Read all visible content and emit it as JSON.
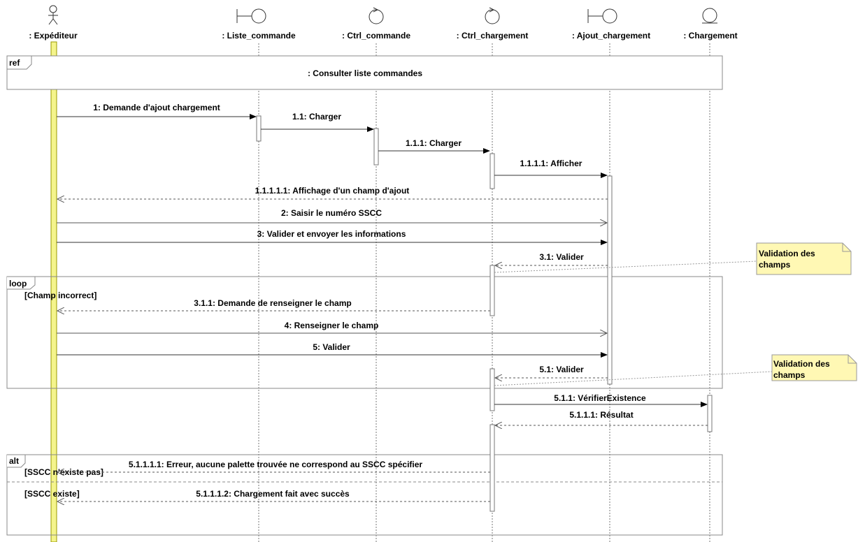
{
  "participants": [
    {
      "id": "expediteur",
      "label": ": Expéditeur",
      "kind": "actor"
    },
    {
      "id": "liste_commande",
      "label": ": Liste_commande",
      "kind": "boundary"
    },
    {
      "id": "ctrl_commande",
      "label": ": Ctrl_commande",
      "kind": "control"
    },
    {
      "id": "ctrl_chargement",
      "label": ": Ctrl_chargement",
      "kind": "control"
    },
    {
      "id": "ajout_chargement",
      "label": ": Ajout_chargement",
      "kind": "boundary"
    },
    {
      "id": "chargement",
      "label": ": Chargement",
      "kind": "entity"
    }
  ],
  "fragments": {
    "ref": {
      "operator": "ref",
      "text": ": Consulter liste commandes"
    },
    "loop": {
      "operator": "loop",
      "guard": "[Champ incorrect]"
    },
    "alt": {
      "operator": "alt",
      "guard1": "[SSCC n'existe pas]",
      "guard2": "[SSCC existe]"
    }
  },
  "messages": [
    {
      "label": "1: Demande d'ajout chargement",
      "from": "expediteur",
      "to": "liste_commande",
      "type": "sync"
    },
    {
      "label": "1.1: Charger",
      "from": "liste_commande",
      "to": "ctrl_commande",
      "type": "sync"
    },
    {
      "label": "1.1.1: Charger",
      "from": "ctrl_commande",
      "to": "ctrl_chargement",
      "type": "sync"
    },
    {
      "label": "1.1.1.1: Afficher",
      "from": "ctrl_chargement",
      "to": "ajout_chargement",
      "type": "sync"
    },
    {
      "label": "1.1.1.1.1: Affichage d'un champ d'ajout",
      "from": "ajout_chargement",
      "to": "expediteur",
      "type": "reply"
    },
    {
      "label": "2: Saisir le numéro SSCC",
      "from": "expediteur",
      "to": "ajout_chargement",
      "type": "async"
    },
    {
      "label": "3: Valider et envoyer les informations",
      "from": "expediteur",
      "to": "ajout_chargement",
      "type": "sync"
    },
    {
      "label": "3.1: Valider",
      "from": "ajout_chargement",
      "to": "ctrl_chargement",
      "type": "reply"
    },
    {
      "label": "3.1.1: Demande de renseigner le champ",
      "from": "ctrl_chargement",
      "to": "expediteur",
      "type": "reply"
    },
    {
      "label": "4: Renseigner le champ",
      "from": "expediteur",
      "to": "ajout_chargement",
      "type": "async"
    },
    {
      "label": "5: Valider",
      "from": "expediteur",
      "to": "ajout_chargement",
      "type": "sync"
    },
    {
      "label": "5.1: Valider",
      "from": "ajout_chargement",
      "to": "ctrl_chargement",
      "type": "reply"
    },
    {
      "label": "5.1.1: VérifierExistence",
      "from": "ctrl_chargement",
      "to": "chargement",
      "type": "sync"
    },
    {
      "label": "5.1.1.1: Résultat",
      "from": "chargement",
      "to": "ctrl_chargement",
      "type": "reply"
    },
    {
      "label": "5.1.1.1.1: Erreur, aucune palette trouvée ne correspond au SSCC spécifier",
      "from": "ctrl_chargement",
      "to": "expediteur",
      "type": "reply"
    },
    {
      "label": "5.1.1.1.2: Chargement fait avec succès",
      "from": "ctrl_chargement",
      "to": "expediteur",
      "type": "reply"
    }
  ],
  "notes": [
    {
      "line1": "Validation des",
      "line2": "champs"
    },
    {
      "line1": "Validation des",
      "line2": "champs"
    }
  ]
}
